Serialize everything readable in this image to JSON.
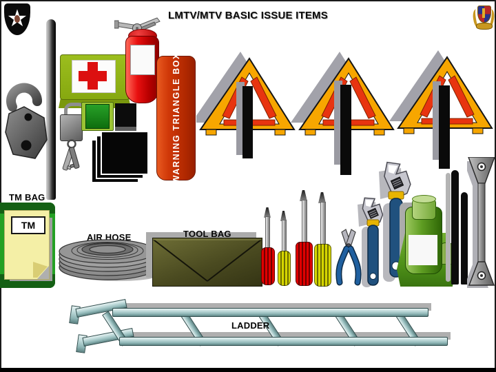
{
  "slide": {
    "title": "LMTV/MTV BASIC ISSUE ITEMS",
    "background": "#FFFFFF",
    "frame_color": "#000000"
  },
  "insignia": {
    "left": "2nd-infantry-division-patch",
    "right": "unit-crest"
  },
  "callouts": {
    "warning_triangle_box": "WARNING TRIANGLE BOX",
    "tm_bag": "TM BAG",
    "tm_book": "TM",
    "air_hose": "AIR HOSE",
    "tool_bag": "TOOL BAG",
    "ladder": "LADDER"
  },
  "items": [
    {
      "name": "tow-shackle"
    },
    {
      "name": "antenna-rod"
    },
    {
      "name": "first-aid-kit"
    },
    {
      "name": "fire-extinguisher"
    },
    {
      "name": "padlock"
    },
    {
      "name": "keys"
    },
    {
      "name": "green-pouch"
    },
    {
      "name": "black-case"
    },
    {
      "name": "mud-flap-stack",
      "count": 3
    },
    {
      "name": "warning-triangle-box"
    },
    {
      "name": "warning-triangle",
      "count": 3
    },
    {
      "name": "tm-bag"
    },
    {
      "name": "air-hose"
    },
    {
      "name": "tool-bag"
    },
    {
      "name": "screwdriver",
      "count": 4
    },
    {
      "name": "pliers"
    },
    {
      "name": "adjustable-wrench",
      "count": 2
    },
    {
      "name": "bottle-jack"
    },
    {
      "name": "jack-handle",
      "count": 2
    },
    {
      "name": "lug-wrench"
    },
    {
      "name": "ladder"
    }
  ],
  "colors": {
    "triangle_orange": "#F7A600",
    "triangle_red": "#E83410",
    "extinguisher_red": "#D80000",
    "first_aid_green": "#8FAE14",
    "cross_red": "#DC1010",
    "tm_bag_green": "#22A022",
    "tool_bag_olive": "#4A4A20",
    "jack_green": "#5E9C22",
    "wrench_blue": "#20517E",
    "band_yellow": "#E8B400",
    "ladder_steel": "#BCD8D8",
    "warning_box_red": "#C23008"
  }
}
